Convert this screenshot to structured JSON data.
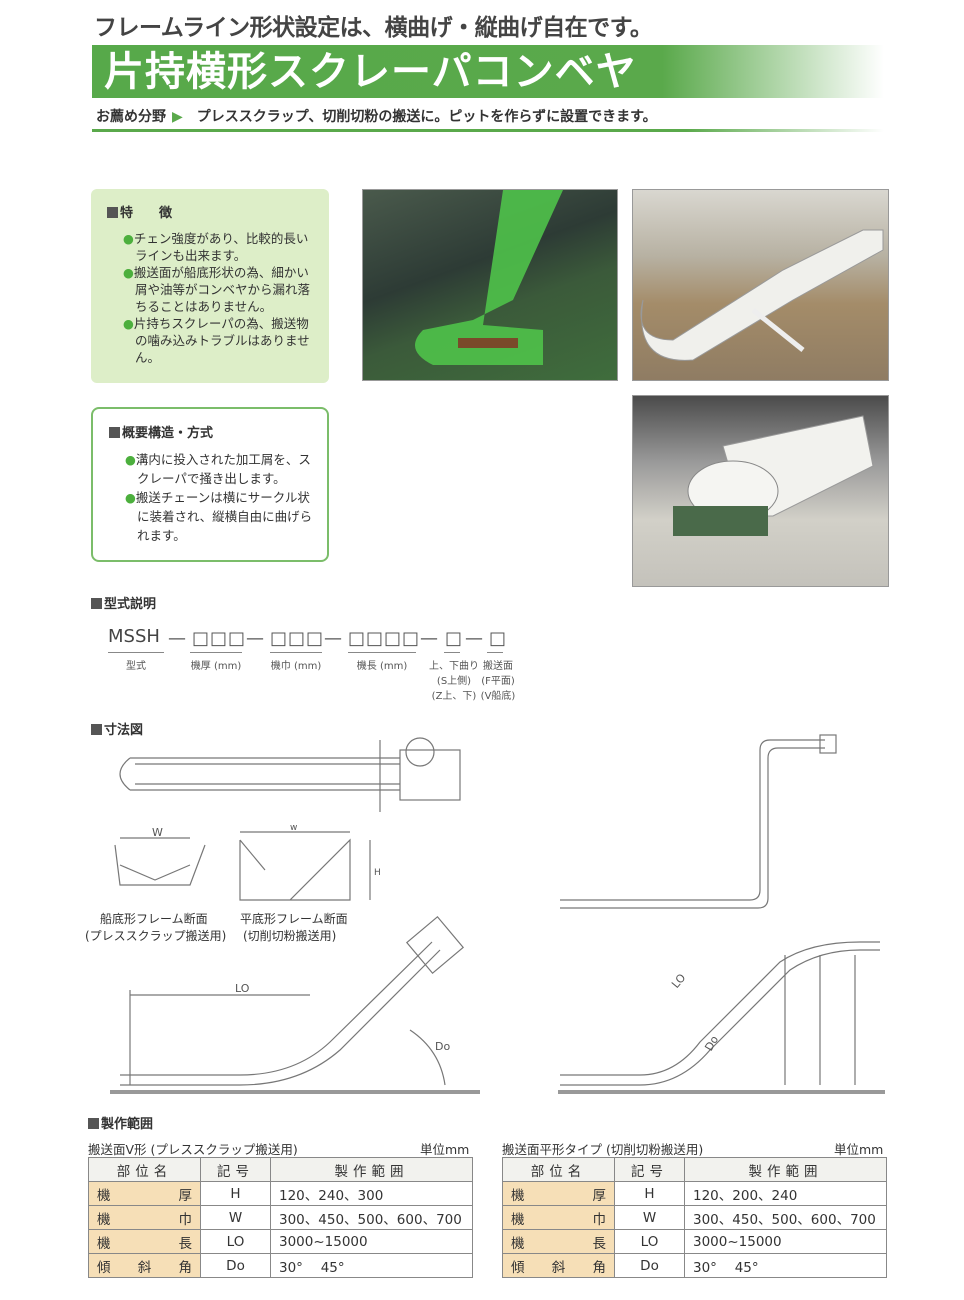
{
  "header": {
    "tagline": "フレームライン形状設定は、横曲げ・縦曲げ自在です。",
    "title": "片持横形スクレーパコンベヤ",
    "recommend_label": "お薦め分野",
    "recommend_arrow": "▶",
    "recommend_text": "プレススクラップ、切削切粉の搬送に。ピットを作らずに設置できます。"
  },
  "features": {
    "title": "特　　徴",
    "items": [
      "チェン強度があり、比較的長いラインも出来ます。",
      "搬送面が船底形状の為、細かい屑や油等がコンベヤから漏れ落ちることはありません。",
      "片持ちスクレーパの為、搬送物の噛み込みトラブルはありません。"
    ]
  },
  "structure": {
    "title": "概要構造・方式",
    "items": [
      "溝内に投入された加工屑を、スクレーパで掻き出します。",
      "搬送チェーンは横にサークル状に装着され、縦横自由に曲げられます。"
    ]
  },
  "model": {
    "title": "型式説明",
    "code": "MSSH",
    "dash": "—",
    "segments": [
      "□□□",
      "□□□",
      "□□□□",
      "□",
      "□"
    ],
    "labels": [
      "型式",
      "機厚 (mm)",
      "機巾 (mm)",
      "機長 (mm)",
      "上、下曲り",
      "搬送面"
    ],
    "sub_labels": [
      "(S上側)",
      "(F平面)",
      "(Z上、下)",
      "(V船底)"
    ]
  },
  "dimensions": {
    "title": "寸法図",
    "w_label_1": "W",
    "w_label_2": "w",
    "h_label": "H",
    "lo_label": "LO",
    "do_label": "Do",
    "v_caption_1": "船底形フレーム断面",
    "v_caption_2": "(プレススクラップ搬送用)",
    "f_caption_1": "平底形フレーム断面",
    "f_caption_2": "(切削切粉搬送用)"
  },
  "range": {
    "title": "製作範囲",
    "unit": "単位mm",
    "headers": [
      "部位名",
      "記号",
      "製作範囲"
    ],
    "tables": [
      {
        "caption": "搬送面V形 (プレススクラップ搬送用)",
        "rows": [
          {
            "name": [
              "機",
              "厚"
            ],
            "symbol": "H",
            "range": "120、240、300"
          },
          {
            "name": [
              "機",
              "巾"
            ],
            "symbol": "W",
            "range": "300、450、500、600、700"
          },
          {
            "name": [
              "機",
              "長"
            ],
            "symbol": "LO",
            "range": "3000~15000"
          },
          {
            "name": [
              "傾",
              "斜",
              "角"
            ],
            "symbol": "Do",
            "range": "30°　 45°"
          }
        ]
      },
      {
        "caption": "搬送面平形タイプ (切削切粉搬送用)",
        "rows": [
          {
            "name": [
              "機",
              "厚"
            ],
            "symbol": "H",
            "range": "120、200、240"
          },
          {
            "name": [
              "機",
              "巾"
            ],
            "symbol": "W",
            "range": "300、450、500、600、700"
          },
          {
            "name": [
              "機",
              "長"
            ],
            "symbol": "LO",
            "range": "3000~15000"
          },
          {
            "name": [
              "傾",
              "斜",
              "角"
            ],
            "symbol": "Do",
            "range": "30°　 45°"
          }
        ]
      }
    ]
  },
  "colors": {
    "brand_green": "#5aa94b",
    "feature_bg": "#ddeec8",
    "table_name_bg": "#f6dfb7"
  }
}
